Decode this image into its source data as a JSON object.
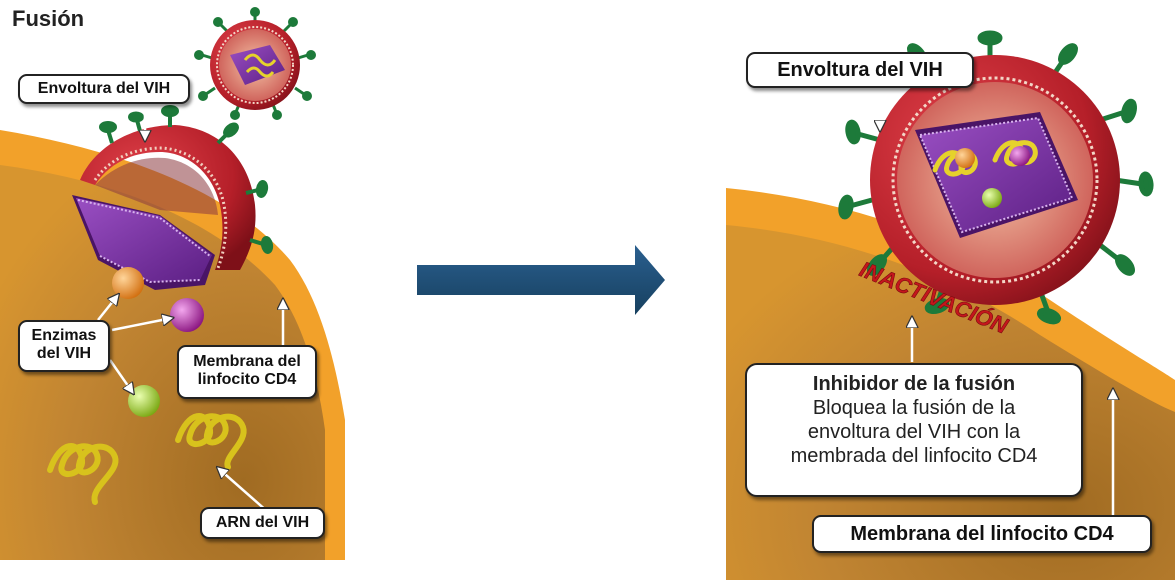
{
  "title": "Fusión",
  "left_panel": {
    "envelope_label": "Envoltura del VIH",
    "enzymes_label_line1": "Enzimas",
    "enzymes_label_line2": "del VIH",
    "membrane_label_line1": "Membrana del",
    "membrane_label_line2": "linfocito CD4",
    "rna_label": "ARN del VIH"
  },
  "right_panel": {
    "envelope_label": "Envoltura del VIH",
    "inactivation_text": "INACTIVACIÓN",
    "inhibitor_title": "Inhibidor de la fusión",
    "inhibitor_body": [
      "Bloquea la fusión de la",
      "envoltura del VIH con la",
      "membrada del linfocito CD4"
    ],
    "membrane_label": "Membrana del linfocito CD4"
  },
  "colors": {
    "membrane_orange": "#f2a12a",
    "cell_brown": "#a9782e",
    "virus_red": "#b8212a",
    "capsid_purple": "#7b2fa0",
    "spike_green": "#1d7a3a",
    "arrow_blue": "#1f4e79",
    "enzyme_orange": "#e98a24",
    "enzyme_magenta": "#a61e9b",
    "enzyme_green": "#9acb26",
    "rna_yellow": "#e6d22b"
  }
}
